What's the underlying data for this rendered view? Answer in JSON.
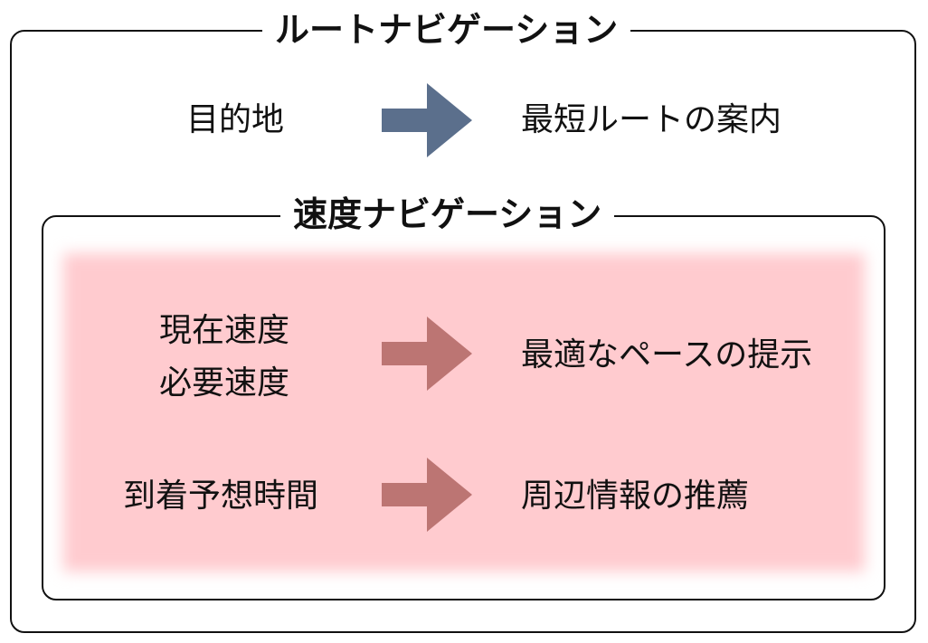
{
  "route_navigation": {
    "title": "ルートナビゲーション",
    "flow": {
      "input": "目的地",
      "output": "最短ルートの案内",
      "arrow_color": "#5b6f8c"
    }
  },
  "speed_navigation": {
    "title": "速度ナビゲーション",
    "background_color": "#ffcbcf",
    "flows": [
      {
        "inputs": [
          "現在速度",
          "必要速度"
        ],
        "output": "最適なペースの提示",
        "arrow_color": "#bc7573"
      },
      {
        "inputs": [
          "到着予想時間"
        ],
        "output": "周辺情報の推薦",
        "arrow_color": "#bc7573"
      }
    ]
  }
}
